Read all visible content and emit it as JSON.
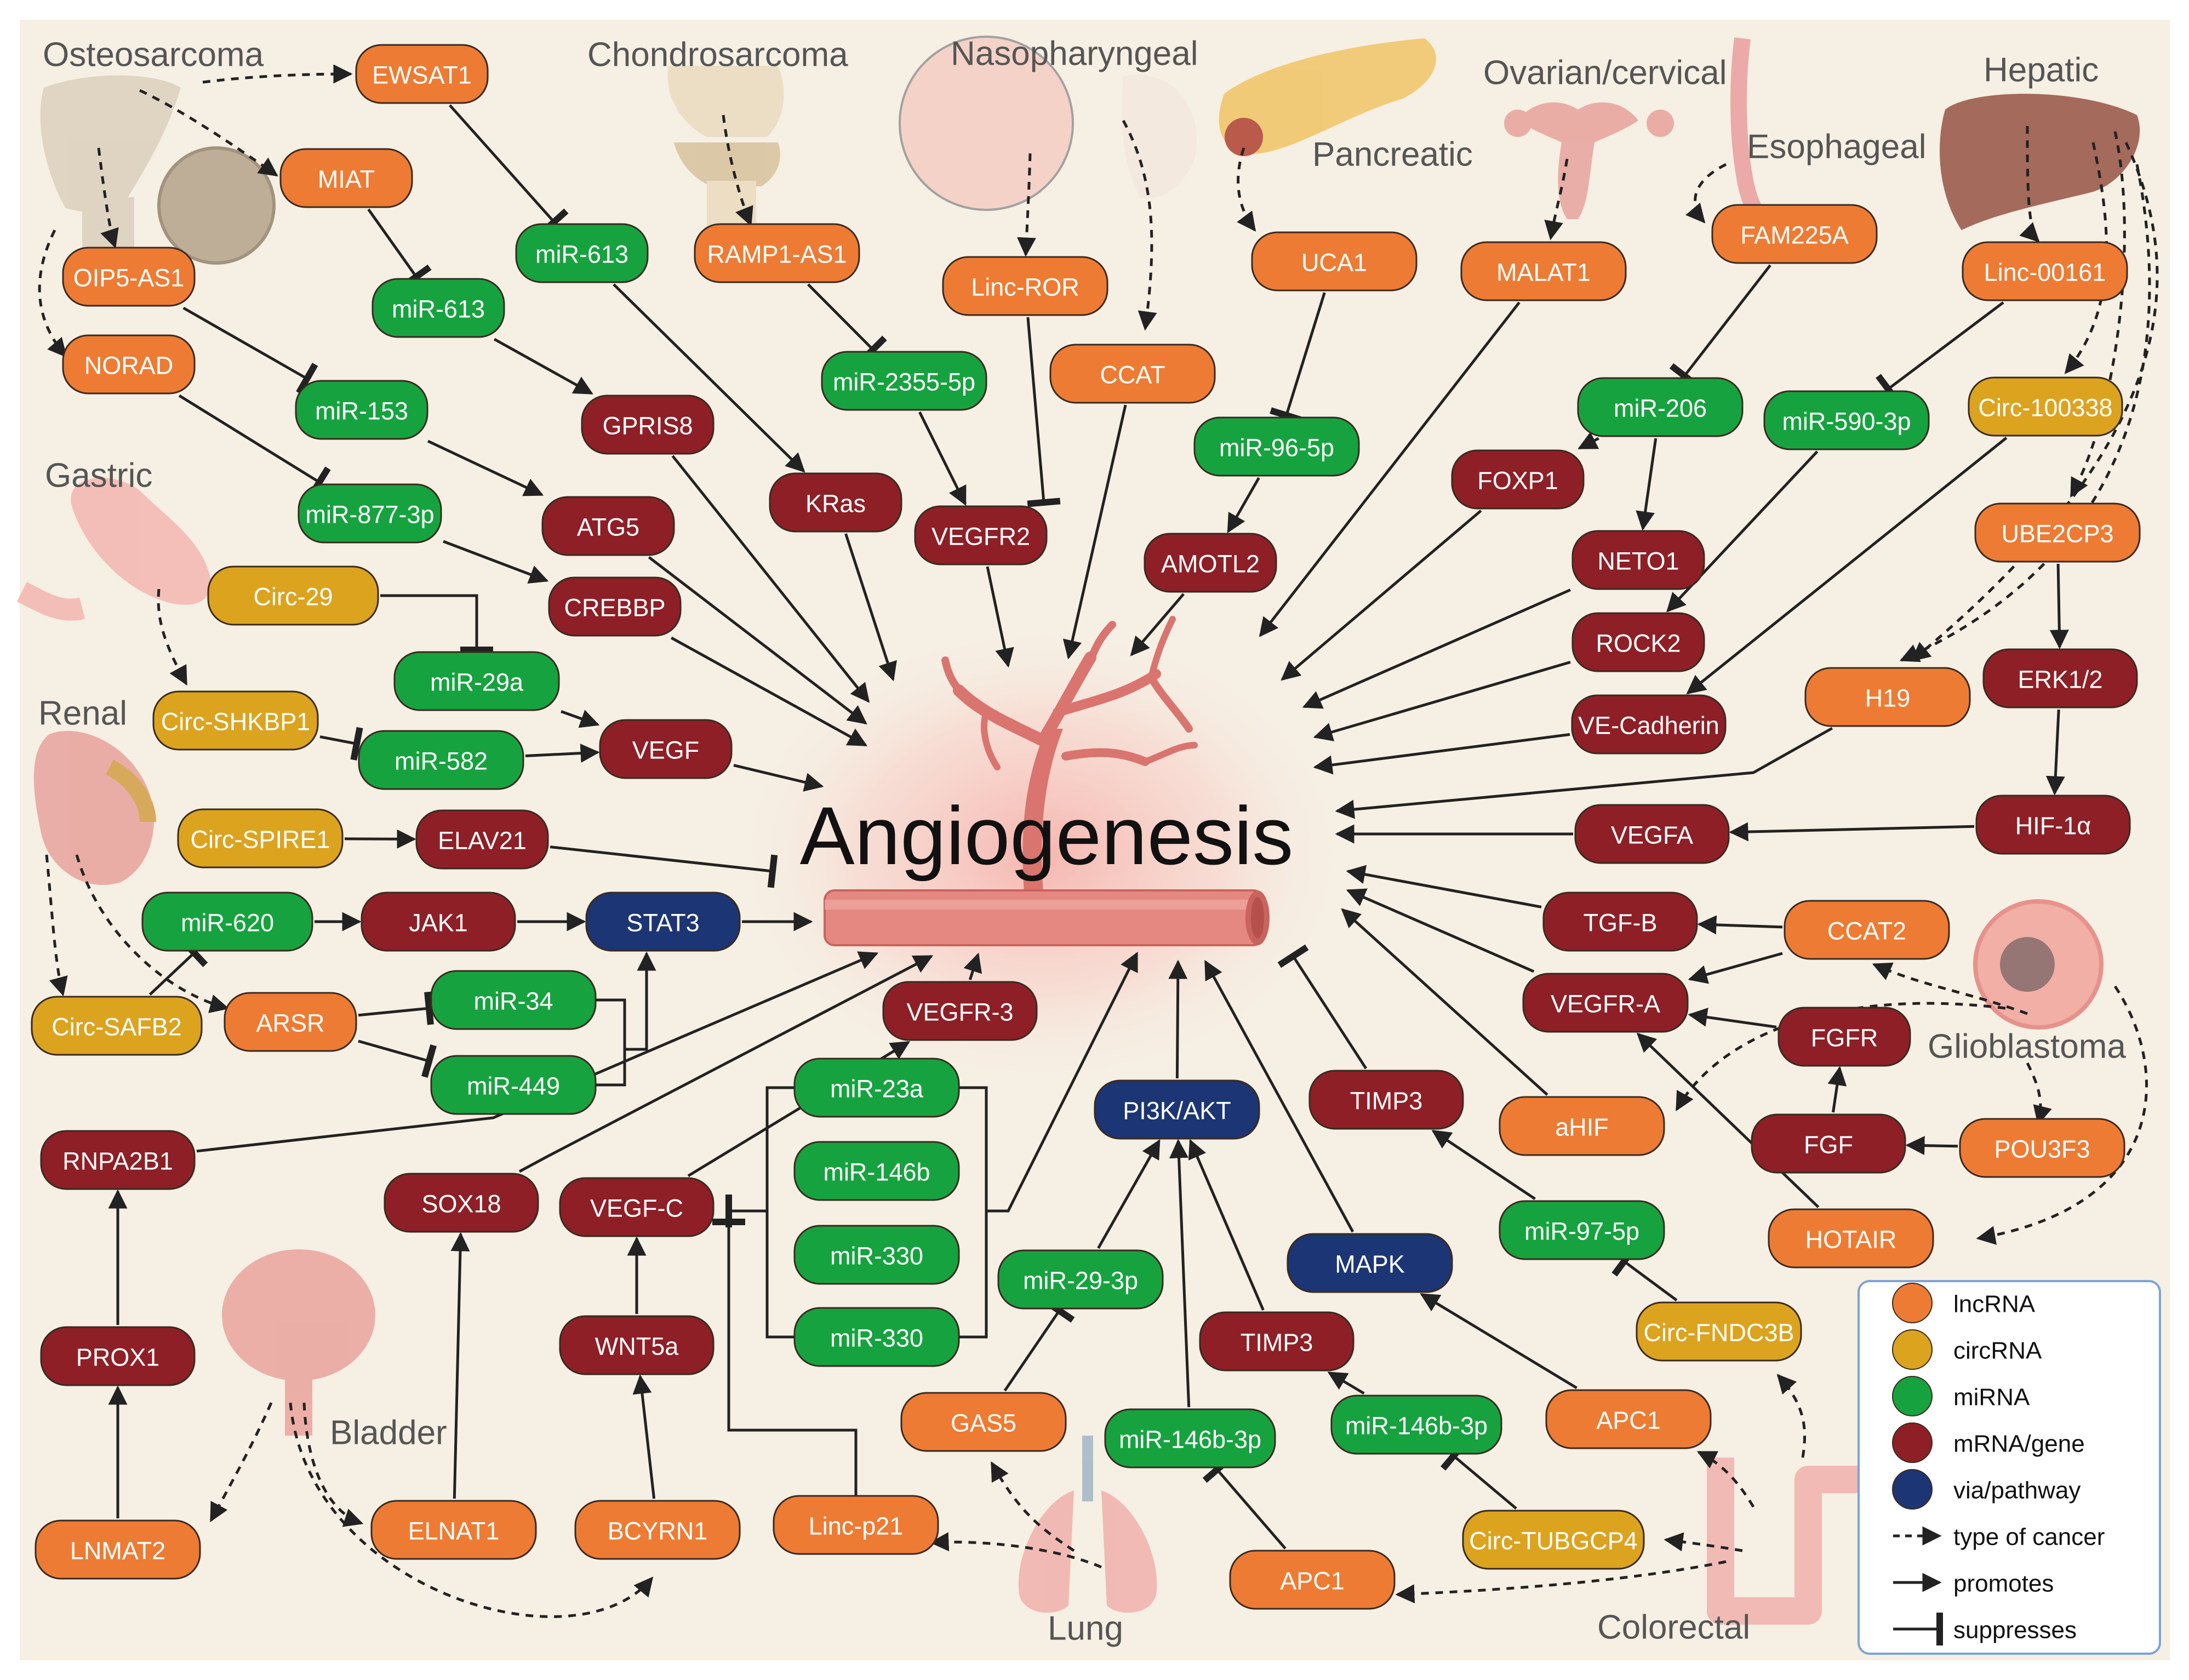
{
  "center_label": "Angiogenesis",
  "colors": {
    "background": "#f6efe3",
    "lncRNA": "#ee7b33",
    "circRNA": "#dca31f",
    "miRNA": "#16a33f",
    "mRNA_gene": "#8e1f26",
    "pathway": "#1c3574",
    "edge": "#222222",
    "tissue": "#e8a6a0",
    "vessel": "#d9746f"
  },
  "regions": [
    {
      "id": "osteosarcoma",
      "label": "Osteosarcoma"
    },
    {
      "id": "chondrosarcoma",
      "label": "Chondrosarcoma"
    },
    {
      "id": "nasopharyngeal",
      "label": "Nasopharyngeal"
    },
    {
      "id": "pancreatic",
      "label": "Pancreatic"
    },
    {
      "id": "ovarian",
      "label": "Ovarian/cervical"
    },
    {
      "id": "esophageal",
      "label": "Esophageal"
    },
    {
      "id": "hepatic",
      "label": "Hepatic"
    },
    {
      "id": "gastric",
      "label": "Gastric"
    },
    {
      "id": "renal",
      "label": "Renal"
    },
    {
      "id": "glioblastoma",
      "label": "Glioblastoma"
    },
    {
      "id": "bladder",
      "label": "Bladder"
    },
    {
      "id": "lung",
      "label": "Lung"
    },
    {
      "id": "colorectal",
      "label": "Colorectal"
    }
  ],
  "nodes": [
    {
      "id": "ewsat1",
      "label": "EWSAT1",
      "type": "lncRNA"
    },
    {
      "id": "miat",
      "label": "MIAT",
      "type": "lncRNA"
    },
    {
      "id": "oip5as1",
      "label": "OIP5-AS1",
      "type": "lncRNA"
    },
    {
      "id": "norad",
      "label": "NORAD",
      "type": "lncRNA"
    },
    {
      "id": "mir613a",
      "label": "miR-613",
      "type": "miRNA"
    },
    {
      "id": "mir613b",
      "label": "miR-613",
      "type": "miRNA"
    },
    {
      "id": "mir153",
      "label": "miR-153",
      "type": "miRNA"
    },
    {
      "id": "mir877",
      "label": "miR-877-3p",
      "type": "miRNA"
    },
    {
      "id": "gpris8",
      "label": "GPRIS8",
      "type": "mRNA_gene"
    },
    {
      "id": "atg5",
      "label": "ATG5",
      "type": "mRNA_gene"
    },
    {
      "id": "crebbp",
      "label": "CREBBP",
      "type": "mRNA_gene"
    },
    {
      "id": "kras",
      "label": "KRas",
      "type": "mRNA_gene"
    },
    {
      "id": "ramp1as1",
      "label": "RAMP1-AS1",
      "type": "lncRNA"
    },
    {
      "id": "mir2355",
      "label": "miR-2355-5p",
      "type": "miRNA"
    },
    {
      "id": "lincror",
      "label": "Linc-ROR",
      "type": "lncRNA"
    },
    {
      "id": "vegfr2",
      "label": "VEGFR2",
      "type": "mRNA_gene"
    },
    {
      "id": "ccat",
      "label": "CCAT",
      "type": "lncRNA"
    },
    {
      "id": "uca1",
      "label": "UCA1",
      "type": "lncRNA"
    },
    {
      "id": "mir96",
      "label": "miR-96-5p",
      "type": "miRNA"
    },
    {
      "id": "amotl2",
      "label": "AMOTL2",
      "type": "mRNA_gene"
    },
    {
      "id": "malat1",
      "label": "MALAT1",
      "type": "lncRNA"
    },
    {
      "id": "fam225a",
      "label": "FAM225A",
      "type": "lncRNA"
    },
    {
      "id": "mir206",
      "label": "miR-206",
      "type": "miRNA"
    },
    {
      "id": "foxp1",
      "label": "FOXP1",
      "type": "mRNA_gene"
    },
    {
      "id": "neto1",
      "label": "NETO1",
      "type": "mRNA_gene"
    },
    {
      "id": "linc00161",
      "label": "Linc-00161",
      "type": "lncRNA"
    },
    {
      "id": "mir590",
      "label": "miR-590-3p",
      "type": "miRNA"
    },
    {
      "id": "rock2",
      "label": "ROCK2",
      "type": "mRNA_gene"
    },
    {
      "id": "circ100338",
      "label": "Circ-100338",
      "type": "circRNA"
    },
    {
      "id": "vecad",
      "label": "VE-Cadherin",
      "type": "mRNA_gene"
    },
    {
      "id": "ube2cp3",
      "label": "UBE2CP3",
      "type": "lncRNA"
    },
    {
      "id": "erk12",
      "label": "ERK1/2",
      "type": "mRNA_gene"
    },
    {
      "id": "h19",
      "label": "H19",
      "type": "lncRNA"
    },
    {
      "id": "hif1a",
      "label": "HIF-1α",
      "type": "mRNA_gene"
    },
    {
      "id": "vegfa",
      "label": "VEGFA",
      "type": "mRNA_gene"
    },
    {
      "id": "circ29",
      "label": "Circ-29",
      "type": "circRNA"
    },
    {
      "id": "mir29a",
      "label": "miR-29a",
      "type": "miRNA"
    },
    {
      "id": "circshkbp1",
      "label": "Circ-SHKBP1",
      "type": "circRNA"
    },
    {
      "id": "mir582",
      "label": "miR-582",
      "type": "miRNA"
    },
    {
      "id": "vegf",
      "label": "VEGF",
      "type": "mRNA_gene"
    },
    {
      "id": "circspire1",
      "label": "Circ-SPIRE1",
      "type": "circRNA"
    },
    {
      "id": "elav21",
      "label": "ELAV21",
      "type": "mRNA_gene"
    },
    {
      "id": "mir620",
      "label": "miR-620",
      "type": "miRNA"
    },
    {
      "id": "jak1",
      "label": "JAK1",
      "type": "mRNA_gene"
    },
    {
      "id": "stat3",
      "label": "STAT3",
      "type": "pathway"
    },
    {
      "id": "circsafb2",
      "label": "Circ-SAFB2",
      "type": "circRNA"
    },
    {
      "id": "arsr",
      "label": "ARSR",
      "type": "lncRNA"
    },
    {
      "id": "mir34",
      "label": "miR-34",
      "type": "miRNA"
    },
    {
      "id": "mir449",
      "label": "miR-449",
      "type": "miRNA"
    },
    {
      "id": "tgfb",
      "label": "TGF-B",
      "type": "mRNA_gene"
    },
    {
      "id": "ccat2",
      "label": "CCAT2",
      "type": "lncRNA"
    },
    {
      "id": "vegfra",
      "label": "VEGFR-A",
      "type": "mRNA_gene"
    },
    {
      "id": "fgfr",
      "label": "FGFR",
      "type": "mRNA_gene"
    },
    {
      "id": "fgf",
      "label": "FGF",
      "type": "mRNA_gene"
    },
    {
      "id": "pou3f3",
      "label": "POU3F3",
      "type": "lncRNA"
    },
    {
      "id": "ahif",
      "label": "aHIF",
      "type": "lncRNA"
    },
    {
      "id": "hotair",
      "label": "HOTAIR",
      "type": "lncRNA"
    },
    {
      "id": "timp3a",
      "label": "TIMP3",
      "type": "mRNA_gene"
    },
    {
      "id": "mir97",
      "label": "miR-97-5p",
      "type": "miRNA"
    },
    {
      "id": "circfndc3b",
      "label": "Circ-FNDC3B",
      "type": "circRNA"
    },
    {
      "id": "mapk",
      "label": "MAPK",
      "type": "pathway"
    },
    {
      "id": "apc1a",
      "label": "APC1",
      "type": "lncRNA"
    },
    {
      "id": "pi3k",
      "label": "PI3K/AKT",
      "type": "pathway"
    },
    {
      "id": "vegfr3",
      "label": "VEGFR-3",
      "type": "mRNA_gene"
    },
    {
      "id": "mir23a",
      "label": "miR-23a",
      "type": "miRNA"
    },
    {
      "id": "mir146b",
      "label": "miR-146b",
      "type": "miRNA"
    },
    {
      "id": "mir330a",
      "label": "miR-330",
      "type": "miRNA"
    },
    {
      "id": "mir330b",
      "label": "miR-330",
      "type": "miRNA"
    },
    {
      "id": "mir293p",
      "label": "miR-29-3p",
      "type": "miRNA"
    },
    {
      "id": "timp3b",
      "label": "TIMP3",
      "type": "mRNA_gene"
    },
    {
      "id": "mir146b3pb",
      "label": "miR-146b-3p",
      "type": "miRNA"
    },
    {
      "id": "circtubgcp4",
      "label": "Circ-TUBGCP4",
      "type": "circRNA"
    },
    {
      "id": "gas5",
      "label": "GAS5",
      "type": "lncRNA"
    },
    {
      "id": "mir146b3pa",
      "label": "miR-146b-3p",
      "type": "miRNA"
    },
    {
      "id": "apc1b",
      "label": "APC1",
      "type": "lncRNA"
    },
    {
      "id": "lincp21",
      "label": "Linc-p21",
      "type": "lncRNA"
    },
    {
      "id": "rnpa2b1",
      "label": "RNPA2B1",
      "type": "mRNA_gene"
    },
    {
      "id": "prox1",
      "label": "PROX1",
      "type": "mRNA_gene"
    },
    {
      "id": "lnmat2",
      "label": "LNMAT2",
      "type": "lncRNA"
    },
    {
      "id": "sox18",
      "label": "SOX18",
      "type": "mRNA_gene"
    },
    {
      "id": "elnat1",
      "label": "ELNAT1",
      "type": "lncRNA"
    },
    {
      "id": "vegfc",
      "label": "VEGF-C",
      "type": "mRNA_gene"
    },
    {
      "id": "wnt5a",
      "label": "WNT5a",
      "type": "mRNA_gene"
    },
    {
      "id": "bcyrn1",
      "label": "BCYRN1",
      "type": "lncRNA"
    }
  ],
  "legend": [
    {
      "label": "lncRNA",
      "kind": "lncRNA"
    },
    {
      "label": "circRNA",
      "kind": "circRNA"
    },
    {
      "label": "miRNA",
      "kind": "miRNA"
    },
    {
      "label": "mRNA/gene",
      "kind": "mRNA_gene"
    },
    {
      "label": "via/pathway",
      "kind": "pathway"
    },
    {
      "label": "type of cancer",
      "kind": "dashed"
    },
    {
      "label": "promotes",
      "kind": "arrow"
    },
    {
      "label": "suppresses",
      "kind": "tee"
    }
  ]
}
